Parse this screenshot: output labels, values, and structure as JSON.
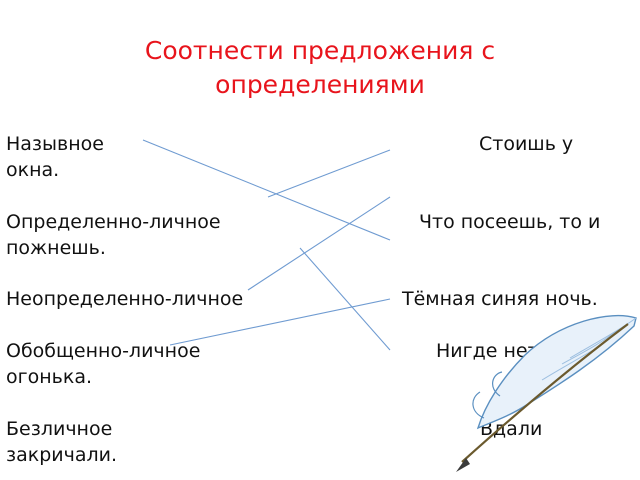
{
  "title": "Соотнести предложения с определениями",
  "types": [
    "Назывное",
    "Определенно-личное",
    "Неопределенно-личное",
    "Обобщенно-личное",
    "Безличное"
  ],
  "examples": [
    {
      "first": "Стоишь у",
      "rest": "окна."
    },
    {
      "first": "Что посеешь, то и",
      "rest": "пожнешь."
    },
    {
      "first": "Тёмная синяя ночь.",
      "rest": ""
    },
    {
      "first": "Нигде нет",
      "rest": "огонька."
    },
    {
      "first": "Вдали",
      "rest": "закричали."
    }
  ],
  "colors": {
    "title": "#e8141c",
    "connector_lines": "#6f9bd1",
    "feather_stroke": "#5a8fc0"
  },
  "icons": {
    "decoration": "feather-quill-icon"
  }
}
